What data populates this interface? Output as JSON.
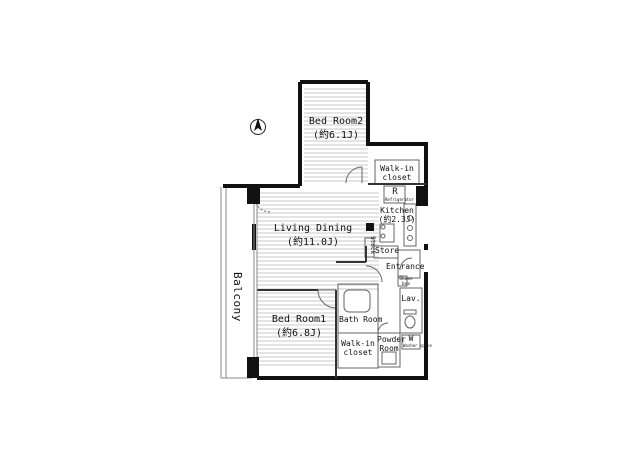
{
  "plan": {
    "rooms": {
      "bedroom2": {
        "name": "Bed Room2",
        "size": "(約6.1J)"
      },
      "living": {
        "name": "Living Dining",
        "size": "(約11.0J)"
      },
      "kitchen": {
        "name": "Kitchen",
        "size": "(約2.3J)"
      },
      "bedroom1": {
        "name": "Bed Room1",
        "size": "(約6.8J)"
      },
      "walkin_top": {
        "line1": "Walk-in",
        "line2": "closet"
      },
      "walkin_bottom": {
        "line1": "Walk-in",
        "line2": "closet"
      },
      "refrigerator": {
        "symbol": "R",
        "sub": "Refrigerator space"
      },
      "store": "Store",
      "stock": "Stock",
      "entrance": "Entrance",
      "shoes_box": "Shoes box",
      "lav": "Lav.",
      "bath": "Bath Room",
      "powder": {
        "line1": "Powder",
        "line2": "Room"
      },
      "washer": {
        "symbol": "W",
        "sub": "Washer space"
      }
    },
    "balcony": "Balcony",
    "colors": {
      "wall": "#111111",
      "hatch": "#bdbdbd",
      "line": "#666666"
    }
  }
}
